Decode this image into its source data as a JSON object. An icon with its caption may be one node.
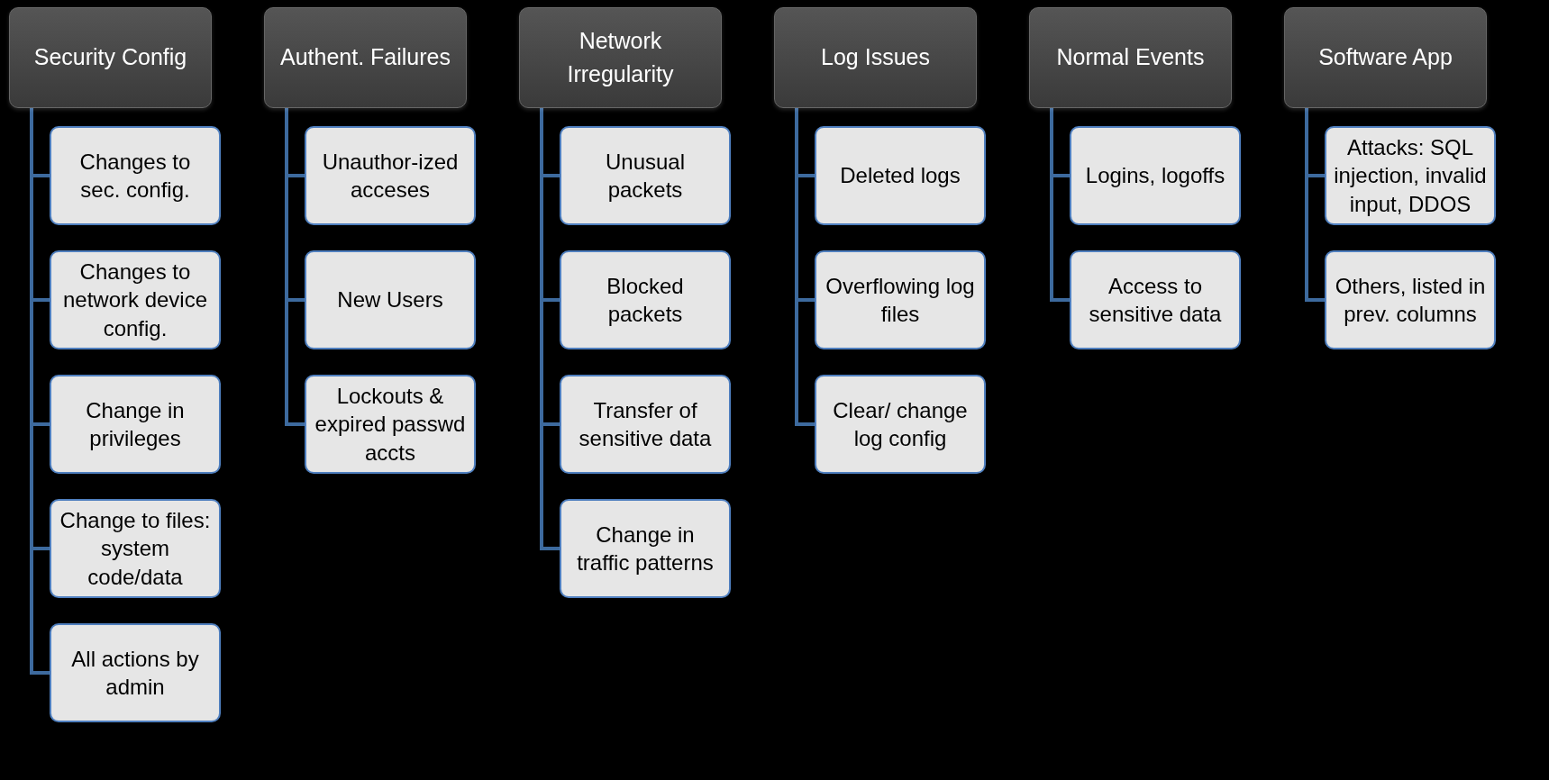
{
  "diagram": {
    "nodes": [
      {
        "text": [
          "Security Config"
        ]
      },
      {
        "text": [
          "Changes to sec. config."
        ]
      },
      {
        "text": [
          "Changes to network device config."
        ]
      },
      {
        "text": [
          "Change in privileges"
        ]
      },
      {
        "text": [
          "Change to files: system code/data"
        ]
      },
      {
        "text": [
          "All actions by admin"
        ]
      },
      {
        "text": [
          "Authent. Failures"
        ]
      },
      {
        "text": [
          "Unauthor-ized acceses"
        ]
      },
      {
        "text": [
          "New Users"
        ]
      },
      {
        "text": [
          "Lockouts & expired passwd accts"
        ]
      },
      {
        "text": [
          "Network Irregularity"
        ]
      },
      {
        "text": [
          "Unusual packets"
        ]
      },
      {
        "text": [
          "Blocked packets"
        ]
      },
      {
        "text": [
          "Transfer of sensitive data"
        ]
      },
      {
        "text": [
          "Change in traffic patterns"
        ]
      },
      {
        "text": [
          "Log Issues"
        ]
      },
      {
        "text": [
          "Deleted logs"
        ]
      },
      {
        "text": [
          "Overflowing log files"
        ]
      },
      {
        "text": [
          "Clear/ change log config"
        ]
      },
      {
        "text": [
          "Normal Events"
        ]
      },
      {
        "text": [
          "Logins, logoffs"
        ]
      },
      {
        "text": [
          "Access to sensitive data"
        ]
      },
      {
        "text": [
          "Software App"
        ]
      },
      {
        "text": [
          "Attacks: SQL injection, invalid input, DDOS"
        ]
      },
      {
        "text": [
          "Others, listed in prev. columns"
        ]
      }
    ],
    "edges": [
      {
        "from": 0,
        "to": 1,
        "arrow": "none"
      },
      {
        "from": 0,
        "to": 2,
        "arrow": "none"
      },
      {
        "from": 0,
        "to": 3,
        "arrow": "none"
      },
      {
        "from": 0,
        "to": 4,
        "arrow": "none"
      },
      {
        "from": 0,
        "to": 5,
        "arrow": "none"
      },
      {
        "from": 6,
        "to": 7,
        "arrow": "none"
      },
      {
        "from": 6,
        "to": 8,
        "arrow": "none"
      },
      {
        "from": 6,
        "to": 9,
        "arrow": "none"
      },
      {
        "from": 10,
        "to": 11,
        "arrow": "none"
      },
      {
        "from": 10,
        "to": 12,
        "arrow": "none"
      },
      {
        "from": 10,
        "to": 13,
        "arrow": "none"
      },
      {
        "from": 10,
        "to": 14,
        "arrow": "none"
      },
      {
        "from": 15,
        "to": 16,
        "arrow": "none"
      },
      {
        "from": 15,
        "to": 17,
        "arrow": "none"
      },
      {
        "from": 15,
        "to": 18,
        "arrow": "none"
      },
      {
        "from": 19,
        "to": 20,
        "arrow": "none"
      },
      {
        "from": 19,
        "to": 21,
        "arrow": "none"
      },
      {
        "from": 22,
        "to": 23,
        "arrow": "none"
      },
      {
        "from": 22,
        "to": 24,
        "arrow": "none"
      }
    ]
  }
}
